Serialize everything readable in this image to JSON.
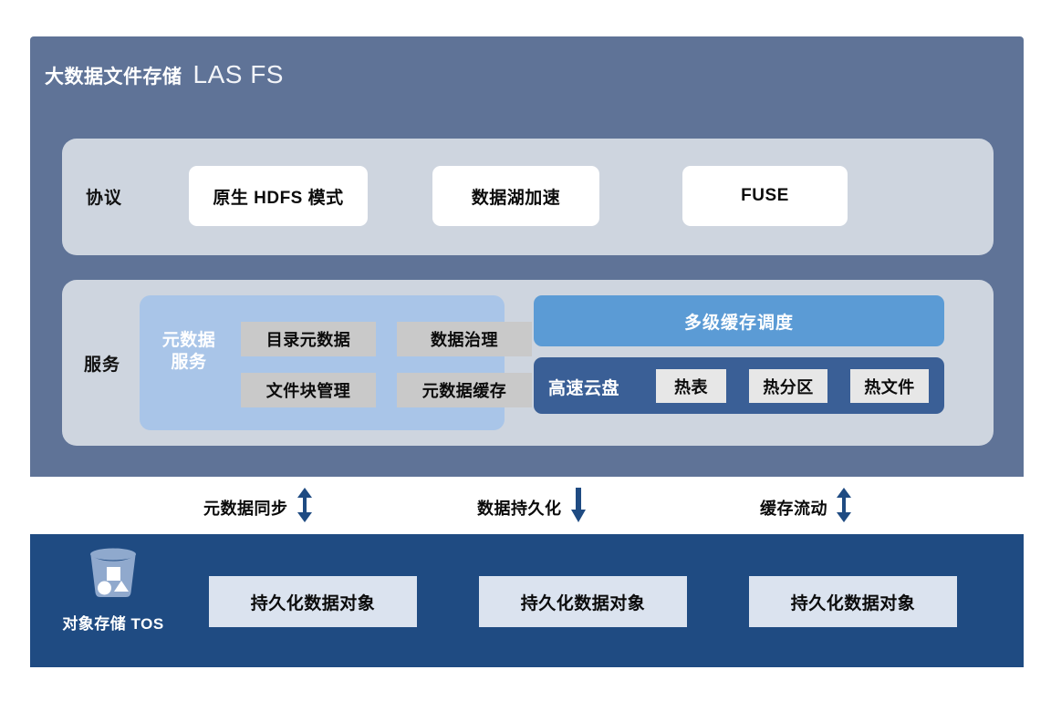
{
  "diagram": {
    "title_cn": "大数据文件存储",
    "title_en": "LAS FS",
    "colors": {
      "panel_blue": "#5f7397",
      "row_container": "#ced5df",
      "metadata_panel": "#a9c5e8",
      "cache_scheduler": "#5b9bd5",
      "fast_disk_bar": "#3a5f96",
      "chip_gray": "#c9c9c9",
      "tos_panel": "#1f4b82",
      "tos_object_box": "#dbe3ef",
      "arrow_navy": "#1f4b82"
    }
  },
  "protocol_row": {
    "label": "协议",
    "items": [
      {
        "label": "原生 HDFS 模式"
      },
      {
        "label": "数据湖加速"
      },
      {
        "label": "FUSE"
      }
    ]
  },
  "service_row": {
    "label": "服务",
    "metadata_service": {
      "title": "元数据\n服务",
      "title_line1": "元数据",
      "title_line2": "服务",
      "items": [
        {
          "label": "目录元数据"
        },
        {
          "label": "数据治理"
        },
        {
          "label": "文件块管理"
        },
        {
          "label": "元数据缓存"
        }
      ]
    },
    "cache": {
      "scheduler_label": "多级缓存调度",
      "fast_disk_label": "高速云盘",
      "items": [
        {
          "label": "热表"
        },
        {
          "label": "热分区"
        },
        {
          "label": "热文件"
        }
      ]
    }
  },
  "connectors": [
    {
      "label": "元数据同步",
      "arrow": "double-arrow-vertical-icon"
    },
    {
      "label": "数据持久化",
      "arrow": "arrow-down-icon"
    },
    {
      "label": "缓存流动",
      "arrow": "double-arrow-vertical-icon"
    }
  ],
  "object_storage": {
    "brand_label": "对象存储 TOS",
    "brand_icon": "bucket-icon",
    "objects": [
      {
        "label": "持久化数据对象"
      },
      {
        "label": "持久化数据对象"
      },
      {
        "label": "持久化数据对象"
      }
    ]
  }
}
